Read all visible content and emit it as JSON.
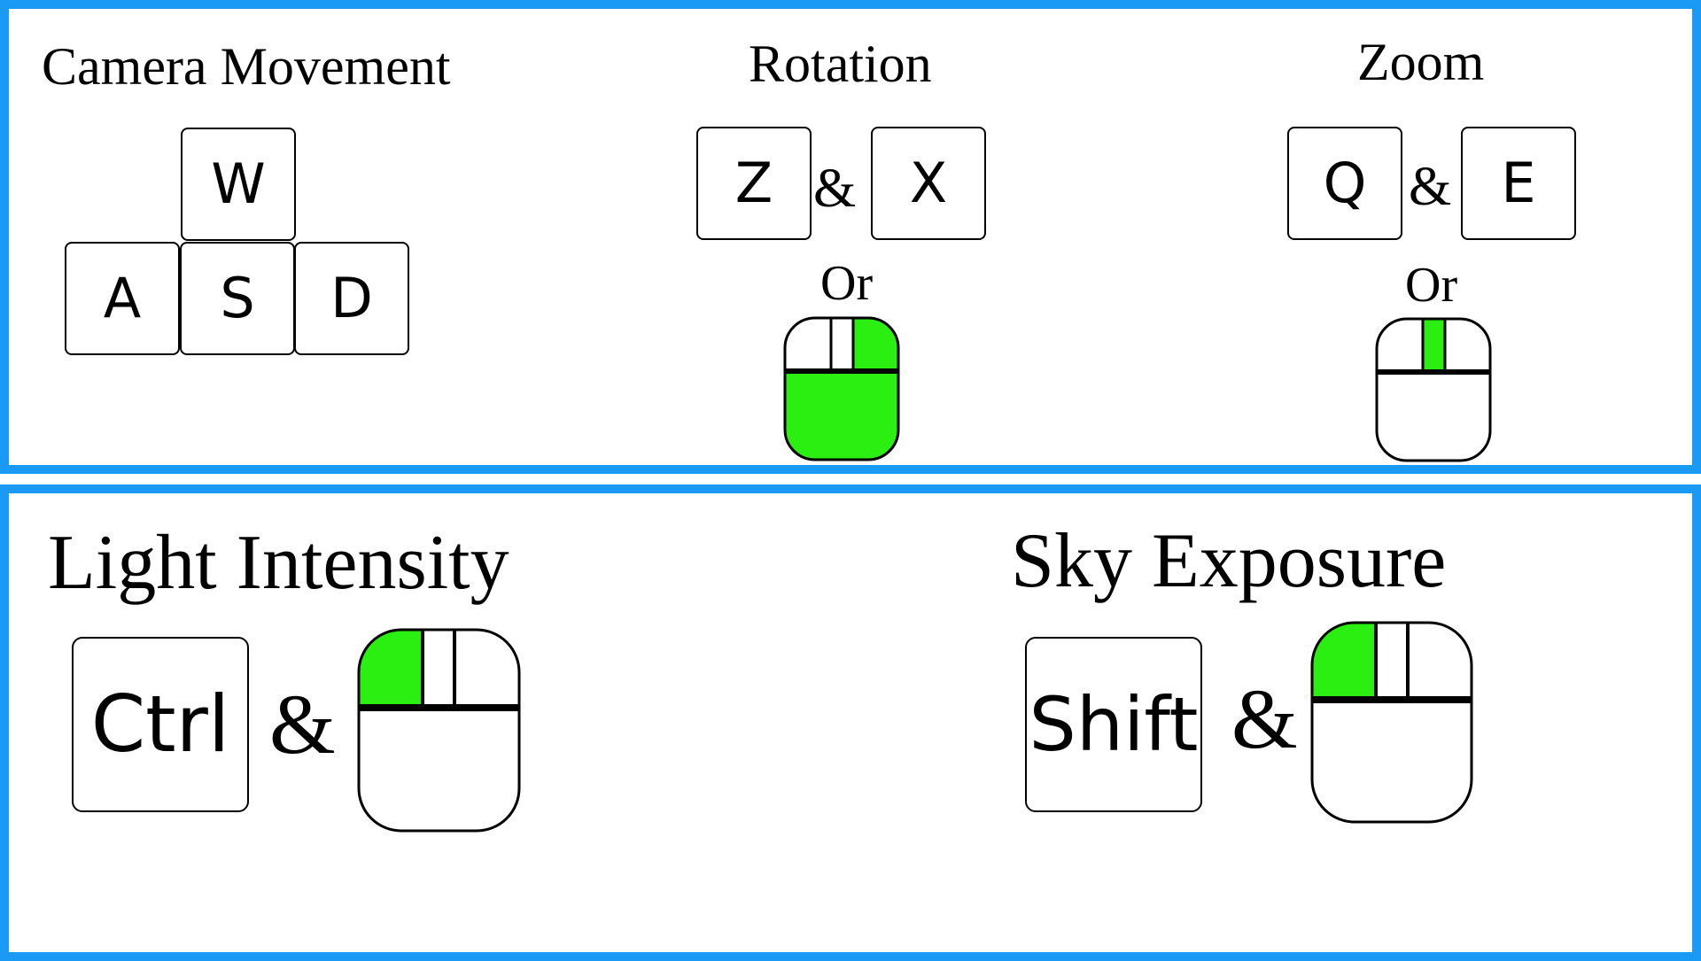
{
  "colors": {
    "frame": "#1a9af4",
    "highlight": "#2bef10",
    "outline": "#000000",
    "background": "#ffffff"
  },
  "camera_movement": {
    "title": "Camera Movement",
    "keys": [
      "W",
      "A",
      "S",
      "D"
    ]
  },
  "rotation": {
    "title": "Rotation",
    "key1": "Z",
    "connector": "&",
    "key2": "X",
    "or_label": "Or",
    "mouse_highlight": [
      "right-button",
      "body"
    ]
  },
  "zoom": {
    "title": "Zoom",
    "key1": "Q",
    "connector": "&",
    "key2": "E",
    "or_label": "Or",
    "mouse_highlight": [
      "scroll-wheel"
    ]
  },
  "light_intensity": {
    "title": "Light Intensity",
    "key": "Ctrl",
    "connector": "&",
    "mouse_highlight": [
      "left-button"
    ]
  },
  "sky_exposure": {
    "title": "Sky Exposure",
    "key": "Shift",
    "connector": "&",
    "mouse_highlight": [
      "left-button"
    ]
  }
}
